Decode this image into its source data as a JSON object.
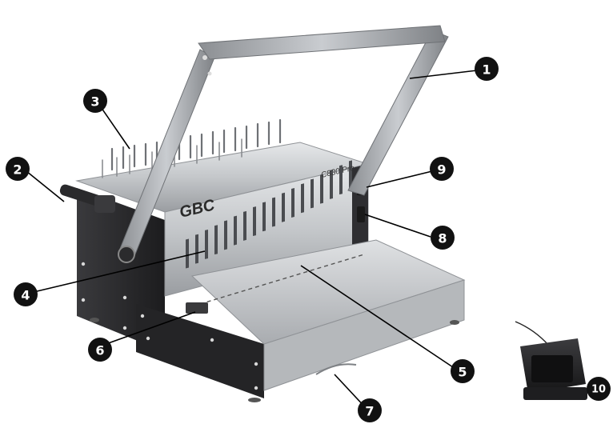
{
  "diagram": {
    "brand": "GBC",
    "model": "C830 Pro",
    "callouts": [
      {
        "id": "1",
        "label": "1"
      },
      {
        "id": "2",
        "label": "2"
      },
      {
        "id": "3",
        "label": "3"
      },
      {
        "id": "4",
        "label": "4"
      },
      {
        "id": "5",
        "label": "5"
      },
      {
        "id": "6",
        "label": "6"
      },
      {
        "id": "7",
        "label": "7"
      },
      {
        "id": "8",
        "label": "8"
      },
      {
        "id": "9",
        "label": "9"
      },
      {
        "id": "10",
        "label": "10"
      }
    ]
  },
  "colors": {
    "callout_fill": "#111111",
    "metal": "#b9bcbf",
    "dark_panel": "#2b2b2d"
  }
}
